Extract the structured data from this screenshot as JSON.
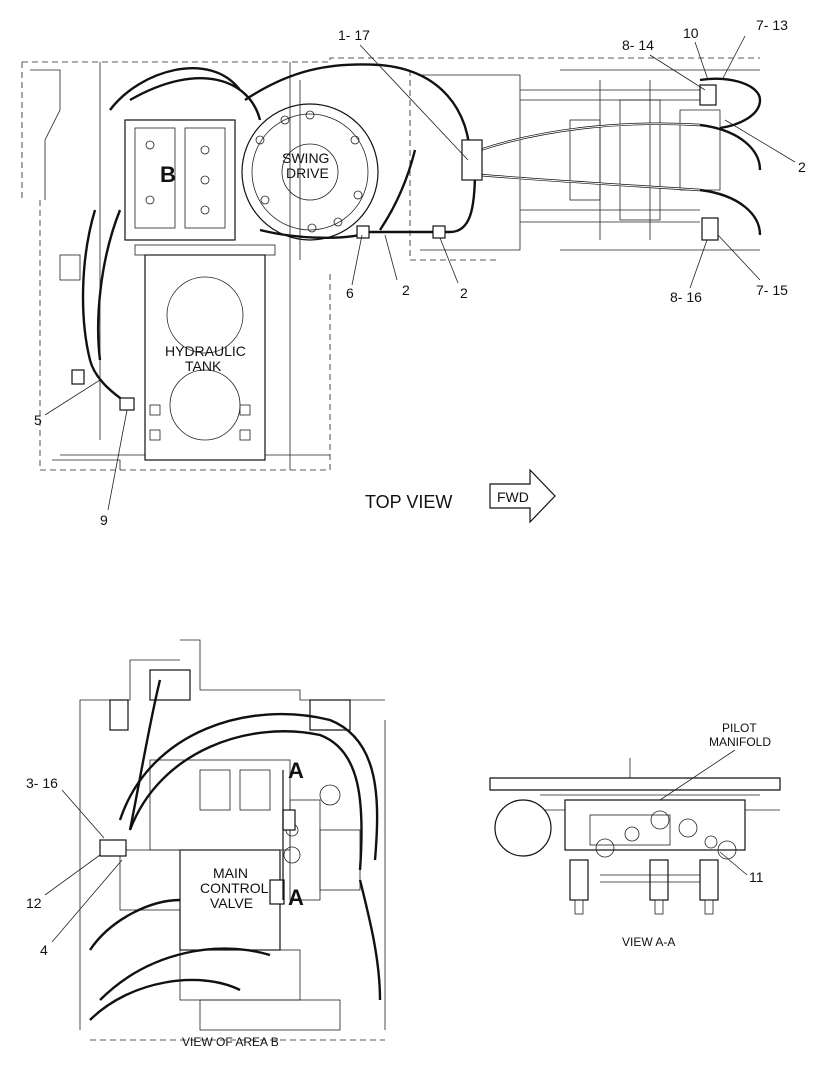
{
  "top_view": {
    "title": "TOP VIEW",
    "fwd_label": "FWD",
    "labels": {
      "swing_drive_line1": "SWING",
      "swing_drive_line2": "DRIVE",
      "hydraulic_tank_line1": "HYDRAULIC",
      "hydraulic_tank_line2": "TANK",
      "area_b": "B"
    },
    "callouts": [
      "1- 17",
      "8- 14",
      "10",
      "7- 13",
      "2",
      "6",
      "2",
      "2",
      "8- 16",
      "7- 15",
      "5",
      "9"
    ]
  },
  "area_b_view": {
    "title": "VIEW OF AREA B",
    "labels": {
      "main_control_valve_line1": "MAIN",
      "main_control_valve_line2": "CONTROL",
      "main_control_valve_line3": "VALVE",
      "section_a_top": "A",
      "section_a_bottom": "A"
    },
    "callouts": [
      "3- 16",
      "12",
      "4"
    ]
  },
  "view_a_a": {
    "title": "VIEW A-A",
    "labels": {
      "pilot_manifold_line1": "PILOT",
      "pilot_manifold_line2": "MANIFOLD"
    },
    "callouts": [
      "11"
    ]
  }
}
